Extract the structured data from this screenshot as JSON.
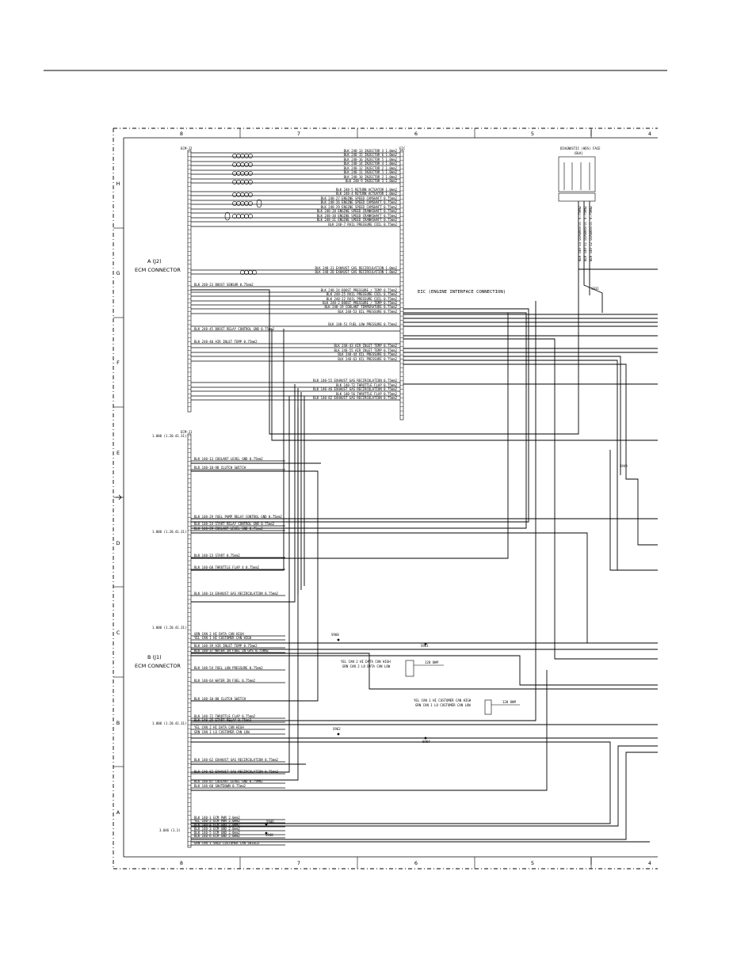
{
  "frame": {
    "columns": [
      "8",
      "7",
      "6",
      "5",
      "4"
    ],
    "rows": [
      "H",
      "G",
      "F",
      "E",
      "D",
      "C",
      "B",
      "A"
    ]
  },
  "connectors": {
    "a_title": "A (J2)",
    "a_subtitle": "ECM CONNECTOR",
    "b_title": "B (J1)",
    "b_subtitle": "ECM CONNECTOR",
    "a_tag": "ECM-J2",
    "b_tag": "ECM-J1",
    "eic_tag": "EIC",
    "interface_label": "EIC (ENGINE INTERFACE CONNECTION)",
    "harness_label": "DIAGNOSTIC (HDS) FACE",
    "harness_sub": "(BLK)"
  },
  "row_refs": [
    "1.000 (1.20.41.31)",
    "1.000 (1.20.41.31)",
    "1.000 (1.20.41.31)",
    "1.000 (1.20.41.31)",
    "3.046 (1.3)"
  ],
  "splices": [
    "S946",
    "S931",
    "S960",
    "S961",
    "S948",
    "S962",
    "S964",
    "S949"
  ],
  "boxes": [
    "120 OHM",
    "120 OHM"
  ],
  "wires_a": [
    "BLK 248-13 INJECTOR 3 1.0mm2",
    "BLK 248-15 INJECTOR 6 1.0mm2",
    "BLK 248-16 INJECTOR 5 1.0mm2",
    "BLK 248-14 INJECTOR 4 1.0mm2",
    "BLK 248-12 INJECTOR 2 1.0mm2",
    "BLK 248-11 INJECTOR 1 1.0mm2",
    "BLK 248-10 INJECTOR 2 1.0mm2",
    "BLK 248-9 INJECTOR 3 1.0mm2",
    "BLK 248-5 RETURN ACTUATOR 1.0mm2",
    "BLK 248-4 RETURN ACTUATOR 1.0mm2",
    "BLK 248-27 ENGINE SPEED CAMSHAFT 0.75mm2",
    "BLK 248-26 ENGINE SPEED CAMSHAFT 0.75mm2",
    "BLK 248-29 ENGINE SPEED CAMSHAFT 0.75mm2",
    "BLK 248-28 ENGINE SPEED CRANKSHAFT 0.75mm2",
    "BLK 248-30 ENGINE SPEED CRANKSHAFT 0.75mm2",
    "BLK 248-31 ENGINE SPEED CRANKSHAFT 0.75mm2",
    "BLK 248-7 RAIL PRESSURE COIL 0.75mm2",
    "BLK 248-21 EXHAUST GAS RECIRCULATION 1.0mm2",
    "BLK 248-20 EXHAUST GAS RECIRCULATION 1.0mm2",
    "BLK 248-23 BOOST SENSOR 0.75mm2",
    "BLK 248-24 BOOST PRESSURE / TEMP 0.75mm2",
    "BLK 248-25 RAIL PRESSURE COIL 0.75mm2",
    "BLK 248-22 RAIL PRESSURE COIL 0.75mm2",
    "BLK 248-2 BOOST PRESSURE / TEMP 0.75mm2",
    "BLK 248-19 COOLANT TEMPERATURE 0.75mm2",
    "BLK 248-53 OIL PRESSURE 0.75mm2",
    "BLK 140-51 FUEL LOW PRESSURE 0.75mm2",
    "BLK 248-45 BOOST RELAY CONTROL GND 0.75mm2",
    "BLK 248-40 AIR INLET TEMP 0.75mm2",
    "BLK 248-43 AIR INLET TEMP 0.75mm2",
    "BLK 248-55 AIR INLET TEMP 0.75mm2",
    "BLK 248-44 OIL PRESSURE 0.75mm2",
    "BLK 248-63 OIL PRESSURE 0.75mm2",
    "BLK 140-55 EXHAUST GAS RECIRCULATION 0.75mm2",
    "BLK 140-72 THROTTLE FLAP 0.75mm2",
    "BLK 140-46 EXHAUST GAS RECIRCULATION 0.75mm2",
    "BLK 140-56 THROTTLE FLAP 0.75mm2",
    "BLK 140-82 EXHAUST GAS RECIRCULATION 0.75mm2"
  ],
  "wires_b": [
    "BLK 140-13 COOLANT LEVEL GND 0.75mm2",
    "BLK 140-10-98 CLUTCH SWITCH",
    "BLK 140-29 FUEL PUMP RELAY CONTROL GND 0.75mm2",
    "BLK 140-24 START RELAY CONTROL GND 0.75mm2",
    "BLK 140-29 COOLANT LEVEL GND 0.75mm2",
    "BLK 140-23 START 0.75mm2",
    "BLK 140-68 THROTTLE FLAP 4 0.75mm2",
    "BLK 140-14 EXHAUST GAS RECIRCULATION 0.75mm2",
    "GRN CAN 2 HI DATA CAN HIGH",
    "YEL CAN 1 HI CUSTOMER CAN HIGH",
    "BLK 140-39 AIR INLET TEMP 0.75mm2",
    "BLK 140-37 WATER IN FUEL IN GPS 0.75mm2",
    "BLK 140-54 FUEL LOW PRESSURE 0.75mm2",
    "BLK 140-64 WATER IN FUEL 0.75mm2",
    "BLK 140-10-80 CLUTCH SWITCH",
    "BLK 140-72 THROTTLE FLAP 0.75mm2",
    "BLK 140-25 START RELAY 0.75mm2",
    "YEL CAN 2 HI DATA CAN HIGH",
    "GRN CAN 1 LO CUSTOMER CAN LOW",
    "BLK 140-62 EXHAUST GAS RECIRCULATION 0.75mm2",
    "BLK 140-82 EXHAUST GAS RECIRCULATION 0.75mm2",
    "BLK 140-67 COOLANT LEVEL GND 0.75mm2",
    "BLK 140-60 SHUTDOWN 0.75mm2",
    "BLK 140-1 ECM PWR 2.0mm2",
    "YEL 140-2 ECM PWR 2.0mm2",
    "BLK 140-4 ECM GND 2.0mm2",
    "BLK 140-3 ECM GND 2.0mm2",
    "BLK 140-5 ECM GND 2.0mm2",
    "BLK 140-6 ECM GND 2.0mm2",
    "GRN CAN 1 SHLD CUSTOMER CAN SHIELD"
  ],
  "box_labels": [
    "YEL CAN 2 HI DATA CAN HIGH",
    "GRN CAN 2 LO DATA CAN LOW",
    "YEL CAN 1 HI CUSTOMER CAN HIGH",
    "GRN CAN 1 LO CUSTOMER CAN LOW"
  ],
  "harness_wires": [
    "BLK 140-13 DIAGNOSTIC 0.75mm2",
    "BLK 140-11 DIAGNOSTIC 0.75mm2",
    "BLK 140-12 DIAGNOSTIC 0.75mm2"
  ]
}
